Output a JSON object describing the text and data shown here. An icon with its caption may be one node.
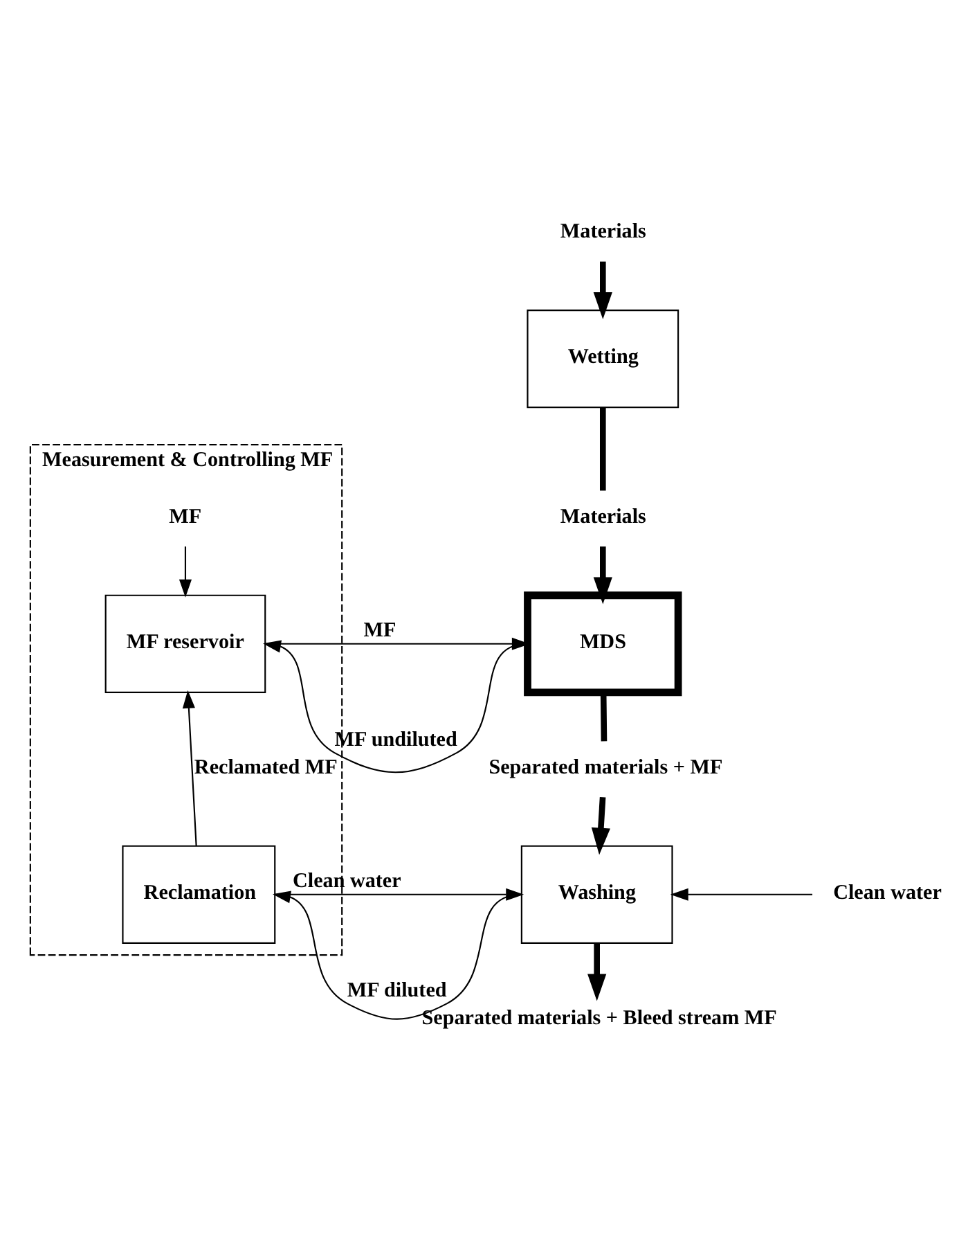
{
  "diagram": {
    "nodes": [
      {
        "text": [
          "Materials"
        ]
      },
      {
        "text": [
          "Wetting"
        ]
      },
      {
        "text": [
          "Materials"
        ]
      },
      {
        "text": [
          "Measurement & Controlling MF"
        ]
      },
      {
        "text": [
          "MF"
        ],
        "in": 3
      },
      {
        "text": [
          "MF reservoir"
        ],
        "in": 3
      },
      {
        "text": [
          "MDS"
        ]
      },
      {
        "text": [
          "Separated materials + MF"
        ]
      },
      {
        "text": [
          "Reclamation"
        ],
        "in": 3
      },
      {
        "text": [
          "Washing"
        ]
      },
      {
        "text": [
          "Clean water"
        ]
      },
      {
        "text": [
          "Separated materials + Bleed stream MF"
        ]
      }
    ],
    "edges": [
      {
        "from": 0,
        "to": 1,
        "arrow": "to",
        "style": "thick"
      },
      {
        "from": 1,
        "to": 2,
        "arrow": "none",
        "style": "thick"
      },
      {
        "from": 2,
        "to": 6,
        "arrow": "to",
        "style": "thick"
      },
      {
        "from": 4,
        "to": 5,
        "arrow": "to"
      },
      {
        "from": 6,
        "to": 5,
        "arrow": "to",
        "label": "MF undiluted"
      },
      {
        "from": 5,
        "to": 6,
        "arrow": "to",
        "label": "MF"
      },
      {
        "from": 6,
        "to": 7,
        "arrow": "none",
        "style": "thick"
      },
      {
        "from": 7,
        "to": 9,
        "arrow": "to",
        "style": "thick"
      },
      {
        "from": 8,
        "to": 5,
        "arrow": "to",
        "label": "Reclamated MF"
      },
      {
        "from": 9,
        "to": 8,
        "arrow": "to",
        "label": "MF diluted"
      },
      {
        "from": 8,
        "to": 9,
        "arrow": "to",
        "label": "Clean water"
      },
      {
        "from": 10,
        "to": 9,
        "arrow": "to"
      },
      {
        "from": 9,
        "to": 11,
        "arrow": "to",
        "style": "thick"
      }
    ]
  }
}
